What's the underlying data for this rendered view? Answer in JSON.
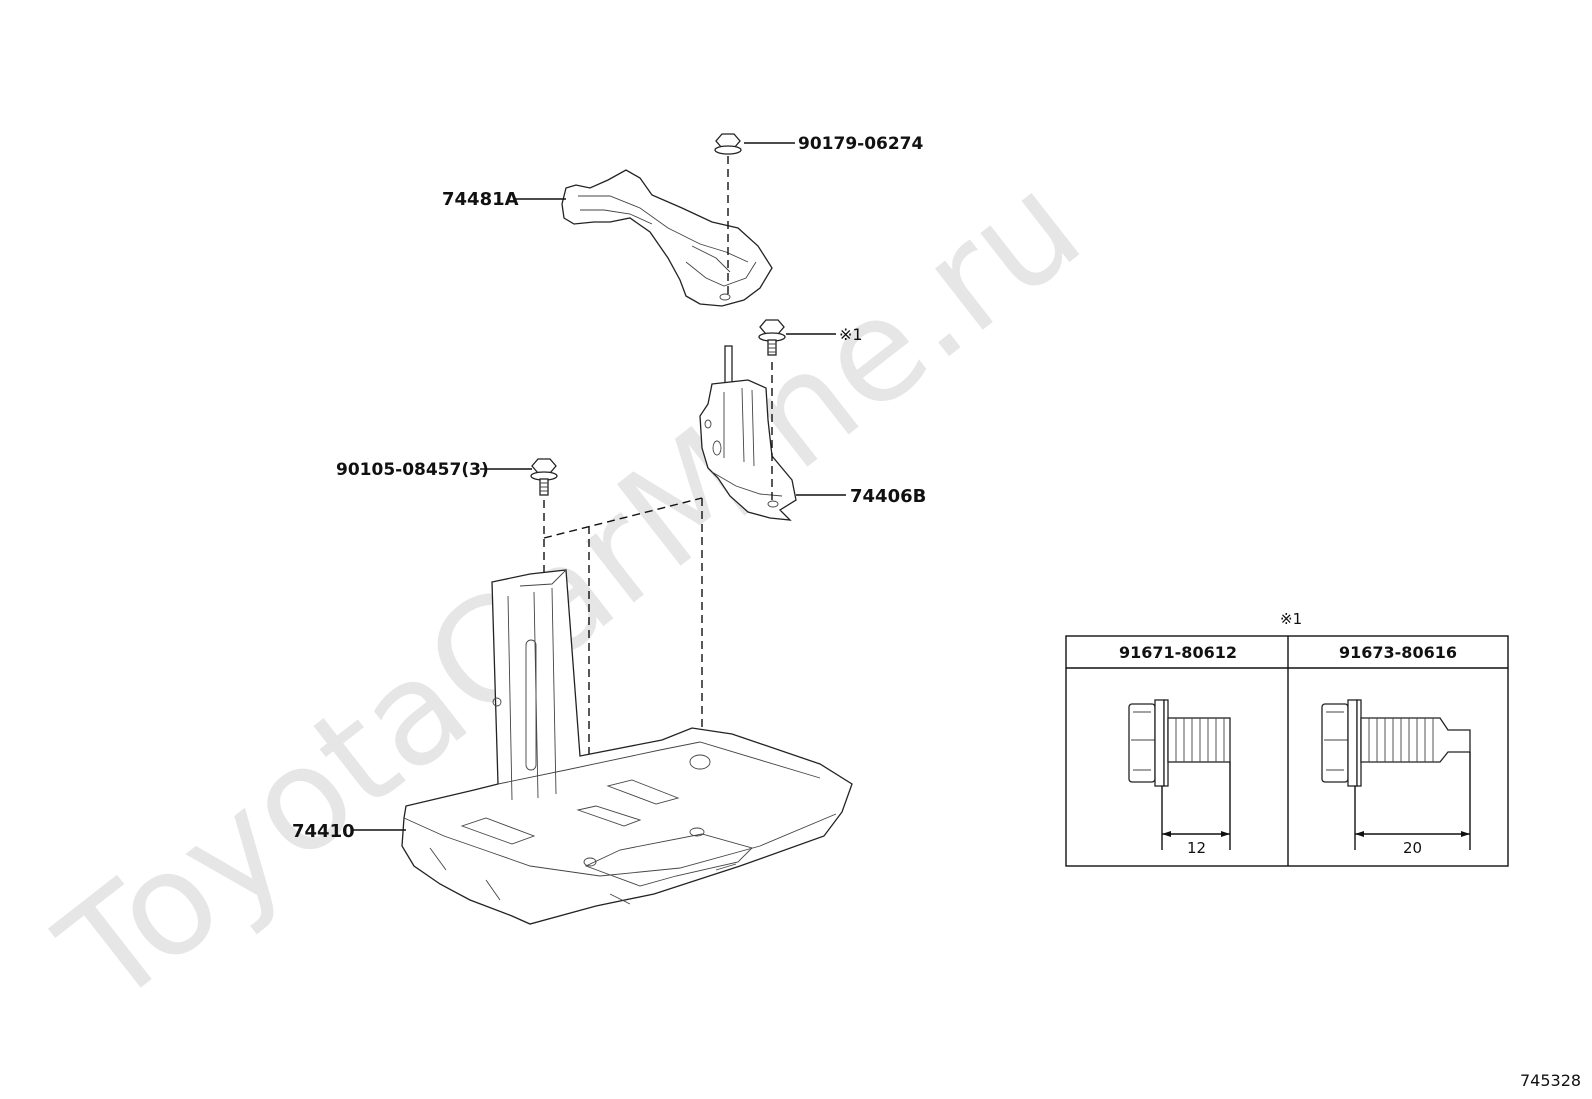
{
  "watermark": "ToyotaCarMine.ru",
  "drawing_number": "745328",
  "callouts": {
    "bolt_top": "90179-06274",
    "bracket_upper": "74481A",
    "bolt_note": "※1",
    "bolt_left": "90105-08457(3)",
    "clamp": "74406B",
    "tray": "74410"
  },
  "table": {
    "note": "※1",
    "columns": [
      {
        "part_number": "91671-80612",
        "length": "12"
      },
      {
        "part_number": "91673-80616",
        "length": "20"
      }
    ]
  }
}
